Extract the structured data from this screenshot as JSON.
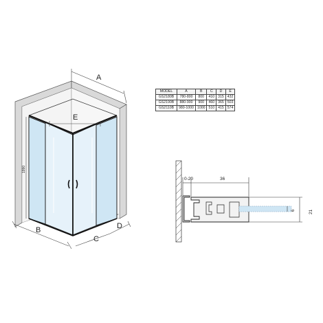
{
  "labels": {
    "A": "A",
    "B": "B",
    "C": "C",
    "D": "D",
    "E": "E",
    "height": "1990",
    "profile_gap": "0-20",
    "profile_width": "36",
    "glass_thickness": "6",
    "profile_depth": "21"
  },
  "table": {
    "headers": [
      "MODEL",
      "A",
      "B",
      "C",
      "D",
      "E"
    ],
    "rows": [
      [
        "GS2180B",
        "780-800",
        "800",
        "410",
        "315",
        "432"
      ],
      [
        "GS2190B",
        "880-900",
        "900",
        "460",
        "365",
        "503"
      ],
      [
        "GS2110B",
        "980-1000",
        "1000",
        "510",
        "415",
        "574"
      ]
    ]
  },
  "colors": {
    "glass": "#cfe6f4",
    "glass_light": "#e6f2fa",
    "wall": "#d9d9d9",
    "frame": "#222222",
    "profile_fill": "#f2f2f2"
  }
}
